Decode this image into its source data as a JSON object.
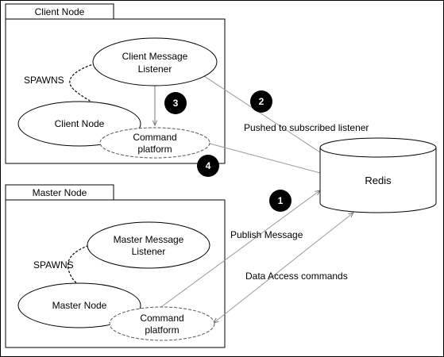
{
  "client_group": {
    "tab_label": "Client Node"
  },
  "master_group": {
    "tab_label": "Master Node"
  },
  "client": {
    "listener": [
      "Client Message",
      "Listener"
    ],
    "node": "Client Node",
    "command": [
      "Command",
      "platform"
    ],
    "spawns": "SPAWNS"
  },
  "master": {
    "listener": [
      "Master Message",
      "Listener"
    ],
    "node": "Master Node",
    "command": [
      "Command",
      "platform"
    ],
    "spawns": "SPAWNS"
  },
  "redis": {
    "label": "Redis"
  },
  "edges": {
    "pushed": "Pushed to subscribed listener",
    "publish": "Publish Message",
    "data_access": "Data Access commands"
  },
  "steps": [
    "1",
    "2",
    "3",
    "4"
  ]
}
